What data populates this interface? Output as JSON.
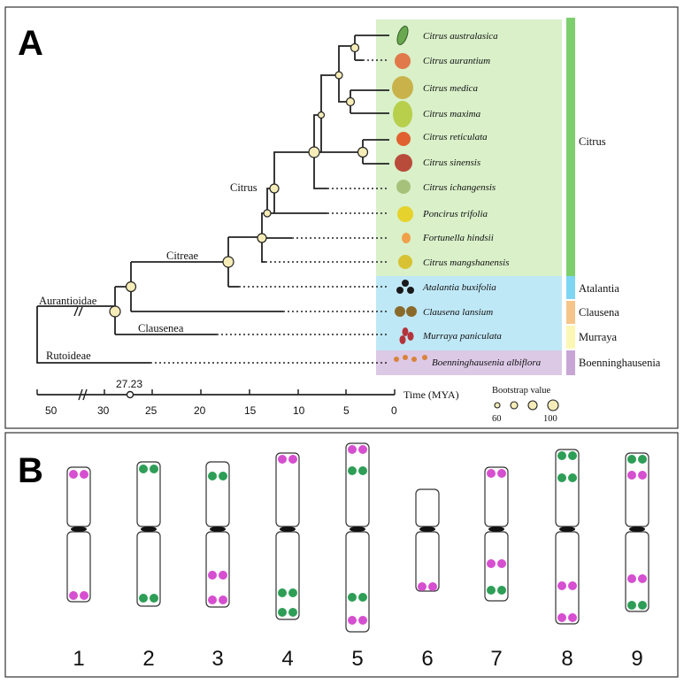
{
  "panel_a": {
    "letter": "A",
    "species": [
      "Citrus australasica",
      "Citrus aurantium",
      "Citrus medica",
      "Citrus maxima",
      "Citrus reticulata",
      "Citrus sinensis",
      "Citrus ichangensis",
      "Poncirus trifolia",
      "Fortunella hindsii",
      "Citrus mangshanensis",
      "Atalantia buxifolia",
      "Clausena lansium",
      "Murraya paniculata",
      "Boenninghausenia albiflora"
    ],
    "clade_labels": {
      "citrus": "Citrus",
      "citreae": "Citreae",
      "aurantioidae": "Aurantioidae",
      "clausenea": "Clausenea",
      "rutoideae": "Rutoideae"
    },
    "groups": [
      {
        "label": "Citrus",
        "color": "#7dcf6e"
      },
      {
        "label": "Atalantia",
        "color": "#7fd6f2"
      },
      {
        "label": "Clausena",
        "color": "#f5c58a"
      },
      {
        "label": "Murraya",
        "color": "#fdf7b5"
      },
      {
        "label": "Boenninghausenia",
        "color": "#c7a6d6"
      }
    ],
    "axis": {
      "label": "Time (MYA)",
      "ticks": [
        "50",
        "30",
        "25",
        "20",
        "15",
        "10",
        "5",
        "0"
      ],
      "marker_value": "27.23"
    },
    "bootstrap_legend": {
      "title": "Bootstrap value",
      "min_label": "60",
      "max_label": "100"
    },
    "fruit_icons": [
      "leaf-fruit-icon",
      "orange-fruit-icon",
      "citron-fruit-icon",
      "pomelo-fruit-icon",
      "mandarin-fruit-icon",
      "sweet-orange-fruit-icon",
      "ichang-fruit-icon",
      "trifoliate-fruit-icon",
      "kumquat-fruit-icon",
      "mangshan-fruit-icon",
      "berry-cluster-icon",
      "wampee-fruit-icon",
      "murraya-fruit-icon",
      "flower-icon"
    ]
  },
  "panel_b": {
    "letter": "B",
    "chromosomes": [
      {
        "label": "1",
        "upper": [
          "magenta"
        ],
        "lower": [
          "magenta"
        ]
      },
      {
        "label": "2",
        "upper": [
          "green"
        ],
        "lower": [
          "green"
        ]
      },
      {
        "label": "3",
        "upper": [
          "green"
        ],
        "lower": [
          "magenta",
          "magenta"
        ]
      },
      {
        "label": "4",
        "upper": [
          "magenta"
        ],
        "lower": [
          "green",
          "green"
        ]
      },
      {
        "label": "5",
        "upper": [
          "magenta",
          "green"
        ],
        "lower": [
          "green",
          "magenta"
        ]
      },
      {
        "label": "6",
        "upper": [],
        "lower": [
          "magenta"
        ]
      },
      {
        "label": "7",
        "upper": [
          "magenta"
        ],
        "lower": [
          "magenta",
          "green"
        ]
      },
      {
        "label": "8",
        "upper": [
          "green",
          "green"
        ],
        "lower": [
          "magenta",
          "magenta"
        ]
      },
      {
        "label": "9",
        "upper": [
          "green",
          "magenta"
        ],
        "lower": [
          "magenta",
          "green"
        ]
      }
    ],
    "colors": {
      "magenta": "#d64fd0",
      "green": "#2e9e57"
    }
  }
}
